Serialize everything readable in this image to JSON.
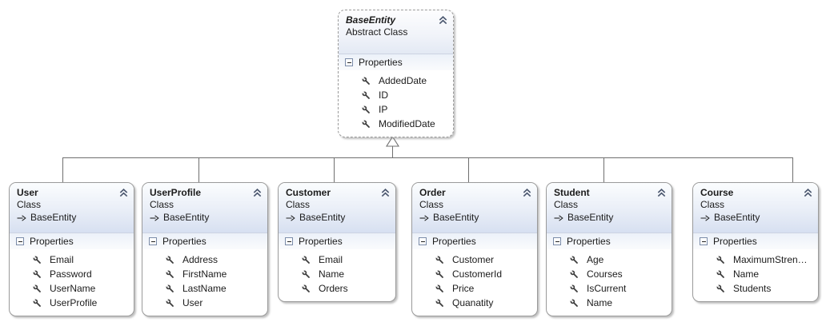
{
  "diagram": {
    "properties_label": "Properties",
    "base_class": {
      "name": "BaseEntity",
      "kind": "Abstract Class",
      "properties": [
        "AddedDate",
        "ID",
        "IP",
        "ModifiedDate"
      ]
    },
    "classes": [
      {
        "name": "User",
        "kind": "Class",
        "base": "BaseEntity",
        "properties": [
          "Email",
          "Password",
          "UserName",
          "UserProfile"
        ]
      },
      {
        "name": "UserProfile",
        "kind": "Class",
        "base": "BaseEntity",
        "properties": [
          "Address",
          "FirstName",
          "LastName",
          "User"
        ]
      },
      {
        "name": "Customer",
        "kind": "Class",
        "base": "BaseEntity",
        "properties": [
          "Email",
          "Name",
          "Orders"
        ]
      },
      {
        "name": "Order",
        "kind": "Class",
        "base": "BaseEntity",
        "properties": [
          "Customer",
          "CustomerId",
          "Price",
          "Quanatity"
        ]
      },
      {
        "name": "Student",
        "kind": "Class",
        "base": "BaseEntity",
        "properties": [
          "Age",
          "Courses",
          "IsCurrent",
          "Name"
        ]
      },
      {
        "name": "Course",
        "kind": "Class",
        "base": "BaseEntity",
        "properties": [
          "MaximumStren…",
          "Name",
          "Students"
        ]
      }
    ],
    "colors": {
      "header_gradient_top": "#fbfdfe",
      "header_gradient_bottom": "#d7e0f1",
      "box_border": "#9a9a9a",
      "connector": "#6f6f6f"
    }
  }
}
